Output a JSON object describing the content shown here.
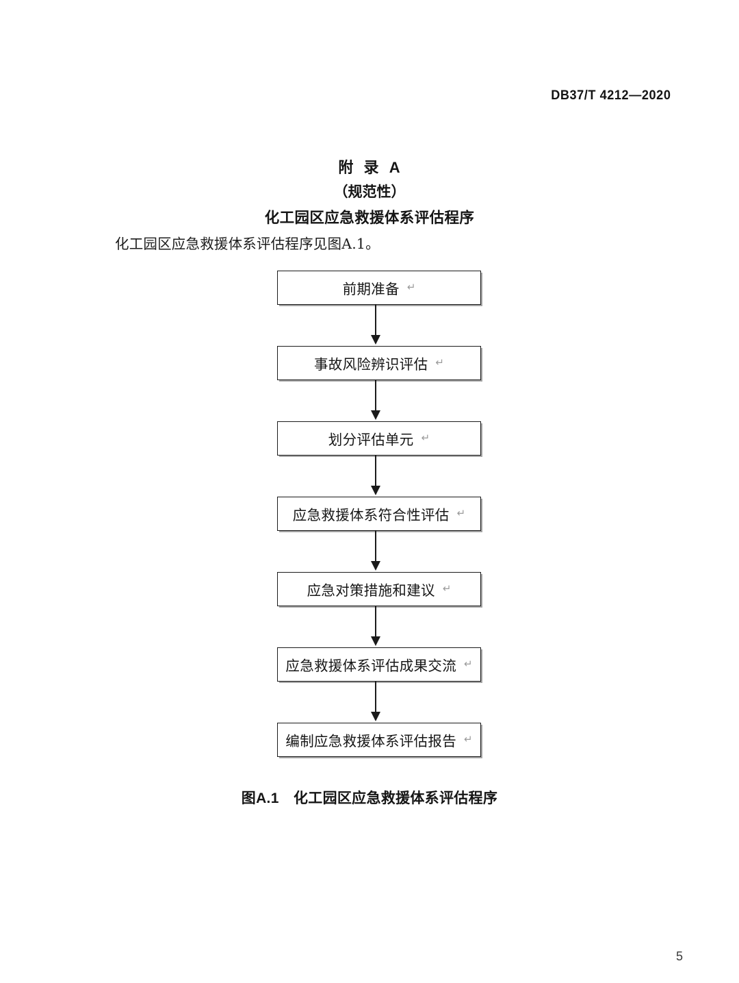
{
  "header": {
    "standard_code": "DB37/T 4212—2020"
  },
  "title_block": {
    "annex_label": "附  录  A",
    "annex_kind": "（规范性）",
    "annex_title": "化工园区应急救援体系评估程序"
  },
  "body": {
    "paragraph": "化工园区应急救援体系评估程序见图A.1。"
  },
  "flowchart": {
    "pilcrow_glyph": "↵",
    "nodes": [
      {
        "label": "前期准备"
      },
      {
        "label": "事故风险辨识评估"
      },
      {
        "label": "划分评估单元"
      },
      {
        "label": "应急救援体系符合性评估"
      },
      {
        "label": "应急对策措施和建议"
      },
      {
        "label": "应急救援体系评估成果交流"
      },
      {
        "label": "编制应急救援体系评估报告"
      }
    ]
  },
  "figure": {
    "caption": "图A.1　化工园区应急救援体系评估程序"
  },
  "footer": {
    "page_number": "5"
  },
  "colors": {
    "ink": "#1a1a1a",
    "page_background": "#ffffff",
    "pilcrow": "#9a9a9a",
    "node_border": "#1a1a1a"
  }
}
